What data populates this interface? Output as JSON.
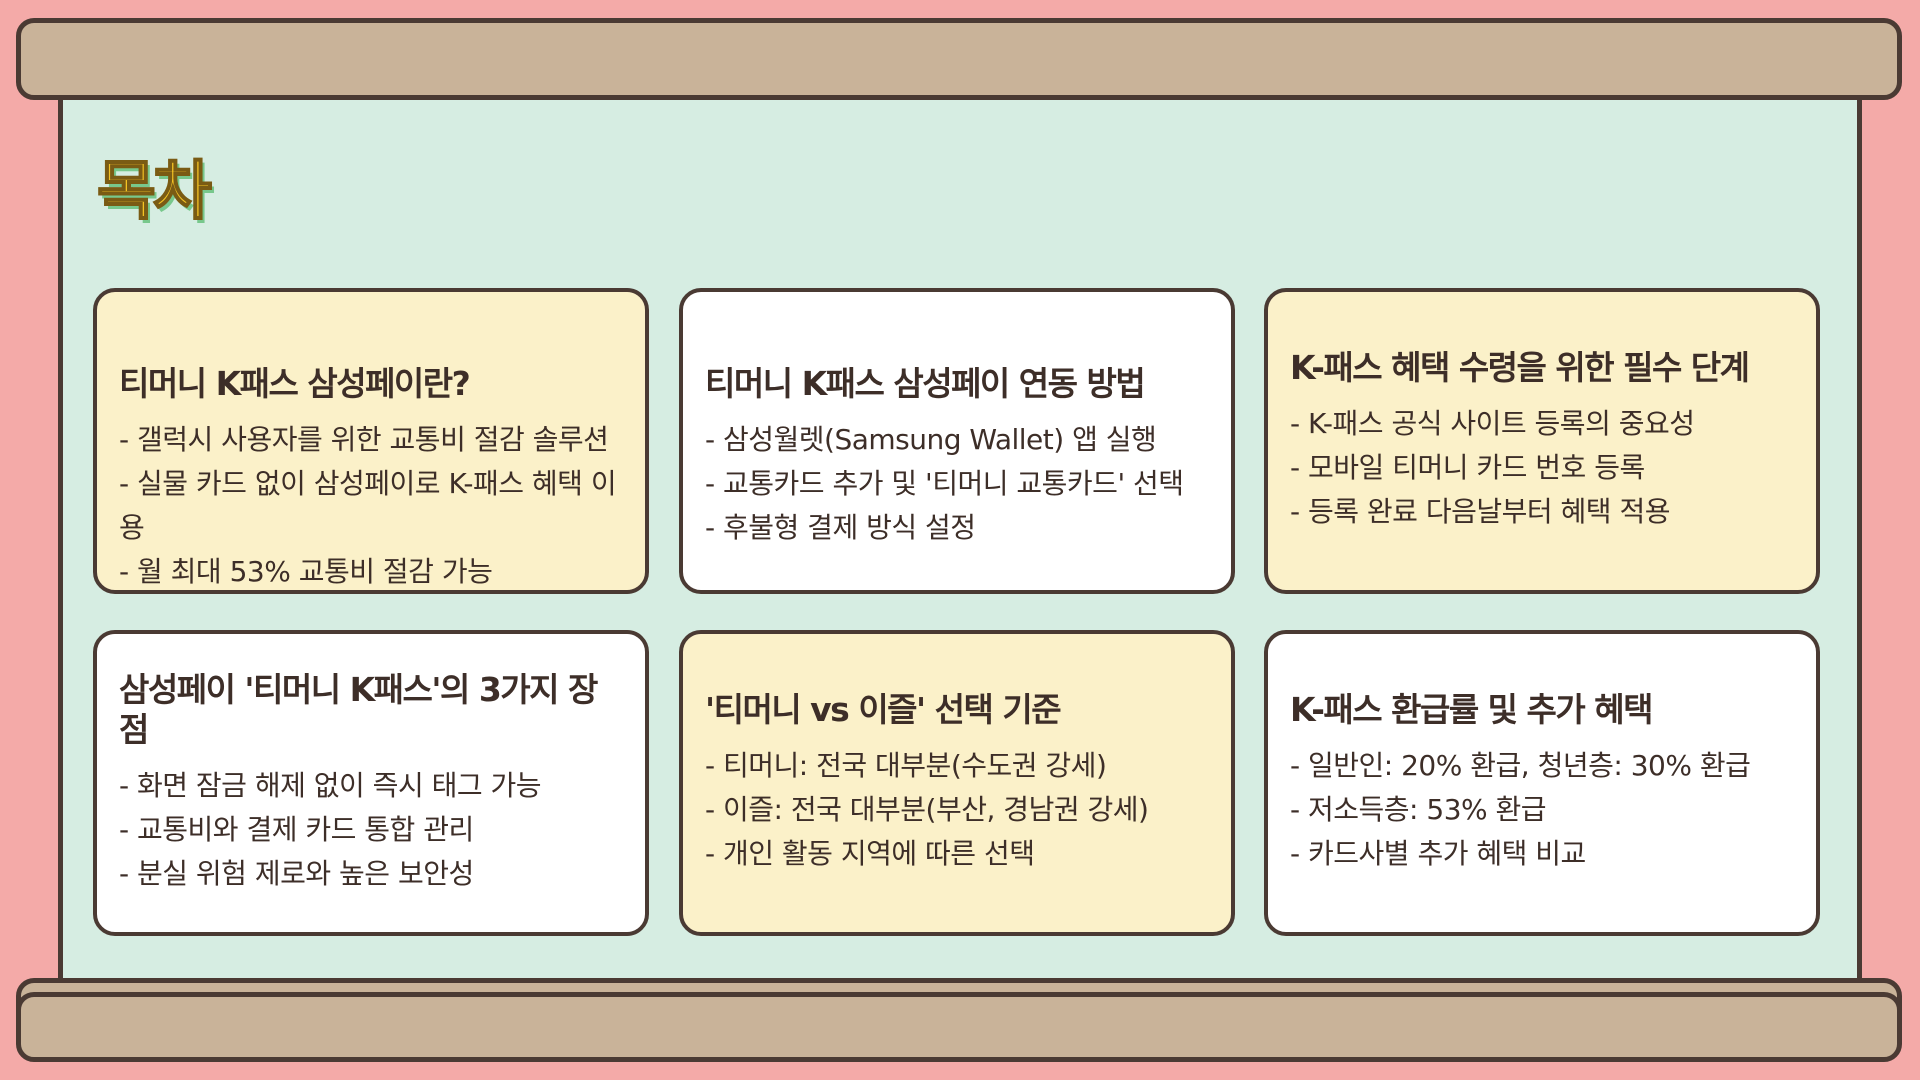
{
  "title": "목차",
  "cards": [
    {
      "title": "티머니 K패스 삼성페이란?",
      "items": [
        "- 갤럭시 사용자를 위한 교통비 절감 솔루션",
        "- 실물 카드 없이 삼성페이로 K-패스 혜택 이용",
        "- 월 최대 53% 교통비 절감 가능"
      ]
    },
    {
      "title": "티머니 K패스 삼성페이 연동 방법",
      "items": [
        "- 삼성월렛(Samsung Wallet) 앱 실행",
        "- 교통카드 추가 및 '티머니 교통카드' 선택",
        "- 후불형 결제 방식 설정"
      ]
    },
    {
      "title": "K-패스 혜택 수령을 위한 필수 단계",
      "items": [
        "- K-패스 공식 사이트 등록의 중요성",
        "- 모바일 티머니 카드 번호 등록",
        "- 등록 완료 다음날부터 혜택 적용"
      ]
    },
    {
      "title": "삼성페이 '티머니 K패스'의 3가지 장점",
      "items": [
        "- 화면 잠금 해제 없이 즉시 태그 가능",
        "- 교통비와 결제 카드 통합 관리",
        "- 분실 위험 제로와 높은 보안성"
      ]
    },
    {
      "title": "'티머니 vs 이즐' 선택 기준",
      "items": [
        "- 티머니: 전국 대부분(수도권 강세)",
        "- 이즐: 전국 대부분(부산, 경남권 강세)",
        "- 개인 활동 지역에 따른 선택"
      ]
    },
    {
      "title": "K-패스 환급률 및 추가 혜택",
      "items": [
        "- 일반인: 20% 환급, 청년층: 30% 환급",
        "- 저소득층: 53% 환급",
        "- 카드사별 추가 혜택 비교"
      ]
    }
  ],
  "colors": {
    "background": "#f4aaa8",
    "board": "#d6ede2",
    "rod": "#c9b399",
    "outline": "#4a3a33",
    "card_yellow": "#fbf1c9",
    "card_white": "#ffffff",
    "title_yellow": "#f4c324"
  }
}
